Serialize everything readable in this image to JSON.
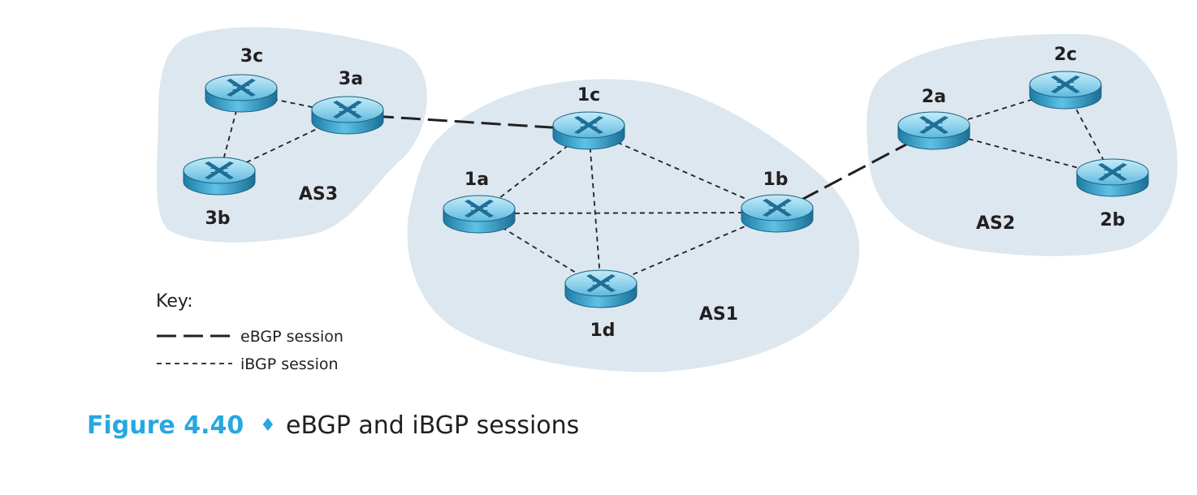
{
  "ases": [
    {
      "id": "AS3",
      "label": "AS3"
    },
    {
      "id": "AS1",
      "label": "AS1"
    },
    {
      "id": "AS2",
      "label": "AS2"
    }
  ],
  "routers": [
    {
      "id": "3a",
      "label": "3a"
    },
    {
      "id": "3b",
      "label": "3b"
    },
    {
      "id": "3c",
      "label": "3c"
    },
    {
      "id": "1a",
      "label": "1a"
    },
    {
      "id": "1b",
      "label": "1b"
    },
    {
      "id": "1c",
      "label": "1c"
    },
    {
      "id": "1d",
      "label": "1d"
    },
    {
      "id": "2a",
      "label": "2a"
    },
    {
      "id": "2b",
      "label": "2b"
    },
    {
      "id": "2c",
      "label": "2c"
    }
  ],
  "sessions": [
    {
      "from": "3a",
      "to": "1c",
      "type": "eBGP"
    },
    {
      "from": "1b",
      "to": "2a",
      "type": "eBGP"
    },
    {
      "from": "3a",
      "to": "3b",
      "type": "iBGP"
    },
    {
      "from": "3a",
      "to": "3c",
      "type": "iBGP"
    },
    {
      "from": "3b",
      "to": "3c",
      "type": "iBGP"
    },
    {
      "from": "1a",
      "to": "1b",
      "type": "iBGP"
    },
    {
      "from": "1a",
      "to": "1c",
      "type": "iBGP"
    },
    {
      "from": "1a",
      "to": "1d",
      "type": "iBGP"
    },
    {
      "from": "1b",
      "to": "1c",
      "type": "iBGP"
    },
    {
      "from": "1b",
      "to": "1d",
      "type": "iBGP"
    },
    {
      "from": "1c",
      "to": "1d",
      "type": "iBGP"
    },
    {
      "from": "2a",
      "to": "2b",
      "type": "iBGP"
    },
    {
      "from": "2a",
      "to": "2c",
      "type": "iBGP"
    },
    {
      "from": "2b",
      "to": "2c",
      "type": "iBGP"
    }
  ],
  "key": {
    "title": "Key:",
    "ebgp_label": "eBGP session",
    "ibgp_label": "iBGP session"
  },
  "caption": {
    "label": "Figure 4.40",
    "separator": "♦",
    "text": "eBGP and iBGP sessions"
  },
  "colors": {
    "as_cloud": "#dce7ef",
    "router_top": "#9fd9f0",
    "router_side": "#2a8fb8",
    "caption_accent": "#26a8e0",
    "line": "#231f20"
  }
}
